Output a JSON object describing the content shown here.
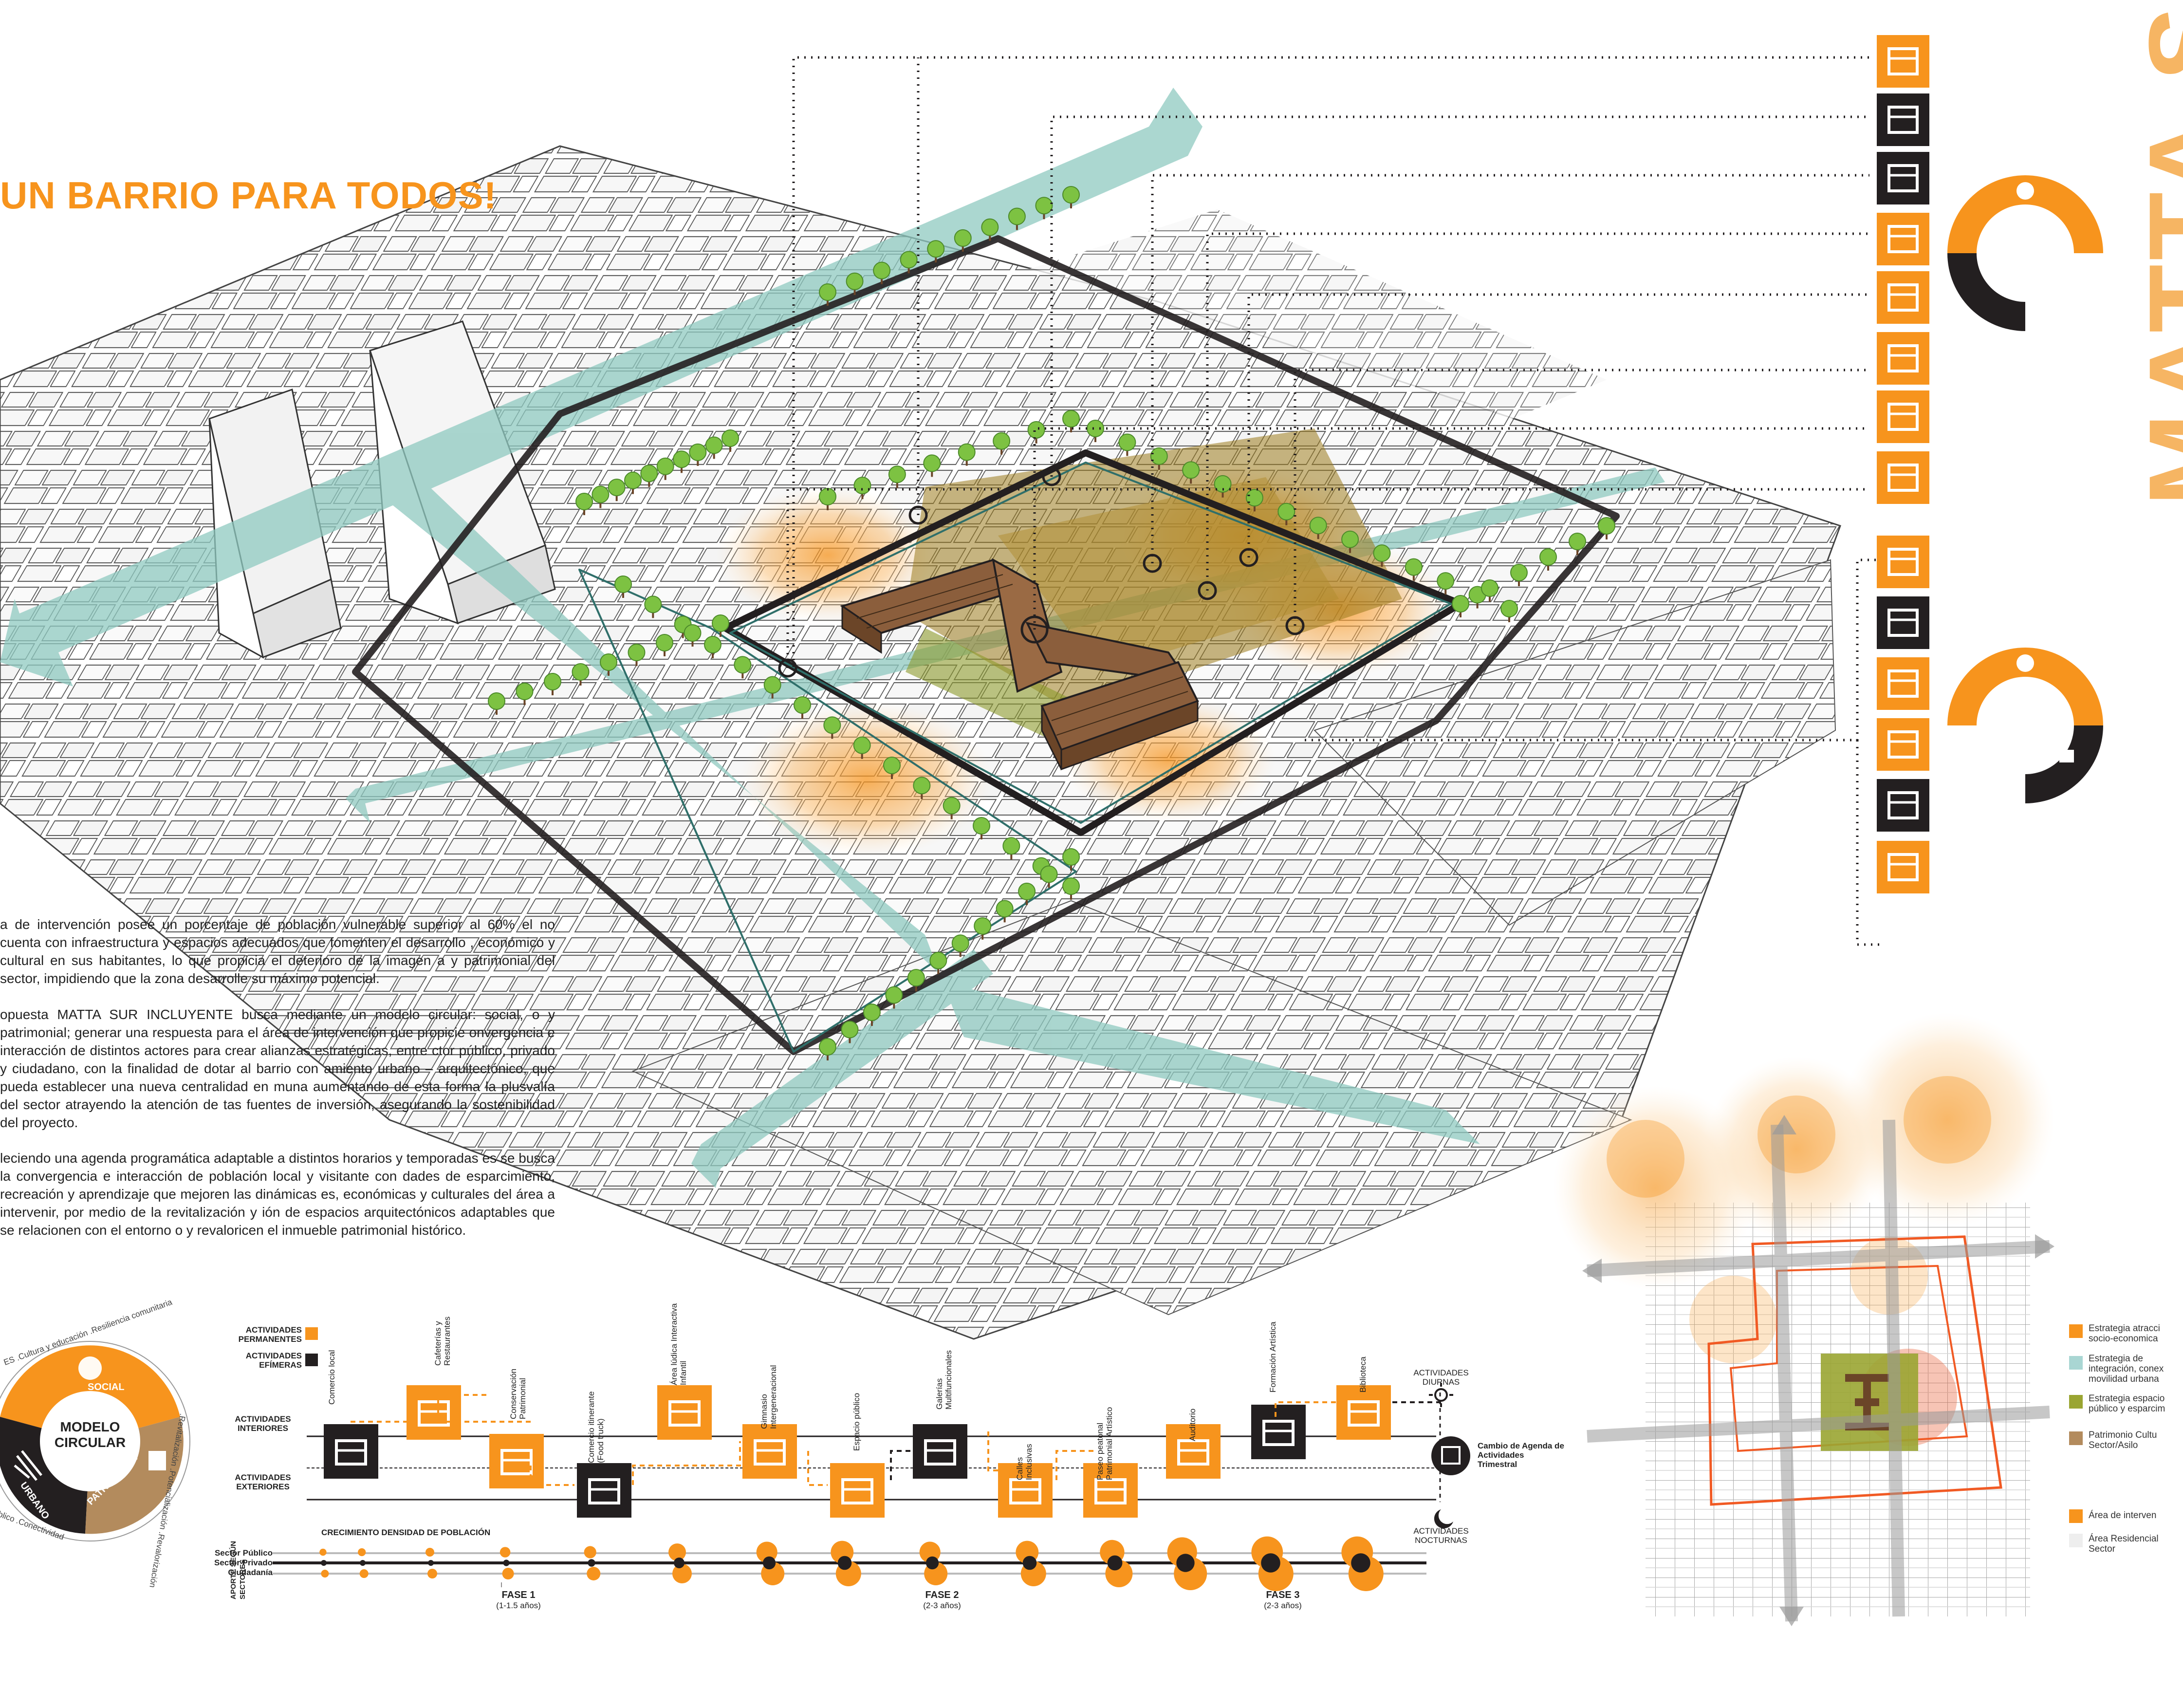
{
  "title": "UN BARRIO PARA TODOS!",
  "side_title": "MATTA SUR",
  "paragraphs": [
    "a de intervención posee un porcentaje de población vulnerable superior al 60% el no cuenta con infraestructura y espacios adecuados que fomenten el desarrollo , económico y cultural en sus habitantes, lo que propicia el deterioro de la imagen a y patrimonial del sector, impidiendo que la zona desarrolle su máximo potencial.",
    "opuesta MATTA SUR INCLUYENTE busca mediante un modelo circular: social, o y patrimonial; generar una respuesta para el área de intervención que propicie onvergencia e interacción de distintos actores para crear alianzas estratégicas, entre ctor público, privado y ciudadano, con la finalidad de dotar al barrio con amiento urbano – arquitectónico, que pueda establecer una nueva centralidad en muna aumentando de esta forma la plusvalía del sector atrayendo la atención de tas fuentes de inversión, asegurando la sostenibilidad del proyecto.",
    "leciendo una agenda programática adaptable a distintos horarios y temporadas es se busca la convergencia e interacción de población local y visitante con dades de esparcimiento, recreación y aprendizaje que mejoren las dinámicas es, económicas y culturales del área a intervenir, por medio de la revitalización y ión de espacios arquitectónicos adaptables que se relacionen con el entorno o y revaloricen el inmueble patrimonial histórico."
  ],
  "circular_model": {
    "center_line1": "MODELO",
    "center_line2": "CIRCULAR",
    "seg_social": "SOCIAL",
    "seg_urbano": "URBANO",
    "seg_patrimonial": "PATRIMONIAL",
    "ring_top": "ES .Cultura y educación .Resiliencia comunitaria",
    "ring_right": ".Revitalización .Potencialización .Revalorización",
    "ring_left": "blico .Conectividad"
  },
  "legend_timeline": {
    "permanentes": "ACTIVIDADES PERMANENTES",
    "efimeras": "ACTIVIDADES EFÍMERAS",
    "interiores": "ACTIVIDADES INTERIORES",
    "exteriores": "ACTIVIDADES EXTERIORES",
    "diurnas": "ACTIVIDADES DIURNAS",
    "nocturnas": "ACTIVIDADES NOCTURNAS",
    "cambio_agenda": "Cambio de Agenda de Actividades Trimestral"
  },
  "activities": [
    "Comercio local",
    "Cafeterías y Restaurantes",
    "Conservación Patrimonial",
    "Comercio itinerante (Food truck)",
    "Área lúdica Interactiva Infantil",
    "Gimnasio Intergeneracional",
    "Espacio público",
    "Galerías Multifuncionales",
    "Calles Inclusivas",
    "Paseo peatonal Patrimonial Artístico",
    "Auditorio",
    "Formación Artística",
    "Biblioteca"
  ],
  "growth": {
    "header": "CRECIMIENTO  DENSIDAD DE POBLACIÓN",
    "side_label": "APORTE SEGÚN SECTORES",
    "rows": [
      "Sector Público",
      "Sector Privado",
      "Ciudadanía"
    ],
    "phases": [
      {
        "name": "FASE 1",
        "duration": "(1-1.5 años)"
      },
      {
        "name": "FASE 2",
        "duration": "(2-3 años)"
      },
      {
        "name": "FASE 3",
        "duration": "(2-3 años)"
      }
    ]
  },
  "map_legend": [
    {
      "label": "Estrategia atracci socio-economica",
      "color": "#f7941d"
    },
    {
      "label": "Estrategia de integración, conex movilidad urbana",
      "color": "#a9d6d3"
    },
    {
      "label": "Estrategia espacio público y esparcim",
      "color": "#9aa532"
    },
    {
      "label": "Patrimonio Cultu Sector/Asilo",
      "color": "#b38b5d"
    },
    {
      "label": "Área de interven",
      "color": "#f7941d"
    },
    {
      "label": "Área Residencial Sector",
      "color": "#eeeeee"
    }
  ],
  "colors": {
    "orange": "#f7941d",
    "black": "#231f20",
    "teal": "#8fc9c0",
    "green": "#7dc242",
    "brown": "#8b5e3c"
  }
}
